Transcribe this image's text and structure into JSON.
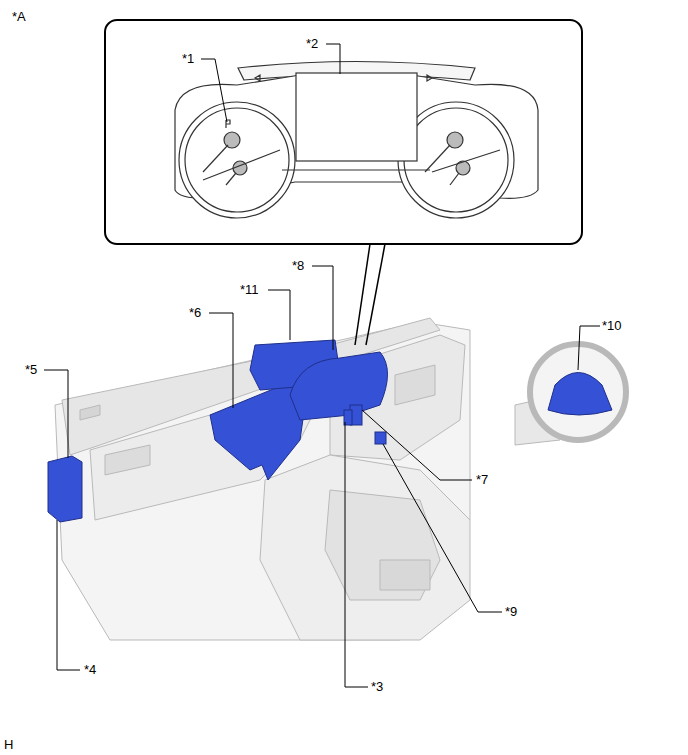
{
  "diagram": {
    "labels": [
      "*A",
      "*1",
      "*2",
      "*8",
      "*11",
      "*6",
      "*5",
      "*10",
      "*7",
      "*9",
      "*4",
      "*3",
      "H"
    ]
  }
}
